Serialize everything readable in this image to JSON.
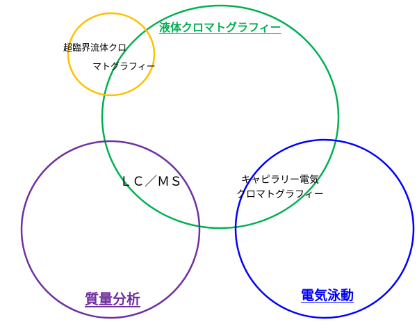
{
  "diagram": {
    "background_color": "#ffffff",
    "black_text_color": "#000000",
    "circles": [
      {
        "id": "liquid-chromatography",
        "label": "液体クロマトグラフィー",
        "color": "#00B050"
      },
      {
        "id": "supercritical-fluid-chromatography",
        "label_line1": "超臨界流体クロ",
        "label_line2": "マトグラフィー",
        "color": "#FFC000"
      },
      {
        "id": "mass-spectrometry",
        "label": "質量分析",
        "color": "#7030A0"
      },
      {
        "id": "electrophoresis",
        "label": "電気泳動",
        "color": "#0000FF"
      }
    ],
    "overlap_labels": [
      {
        "id": "lc-ms",
        "label": "ＬＣ／ＭＳ"
      },
      {
        "id": "capillary-electrochromatography",
        "label_line1": "キャピラリー電気",
        "label_line2": "クロマトグラフィー"
      }
    ]
  }
}
